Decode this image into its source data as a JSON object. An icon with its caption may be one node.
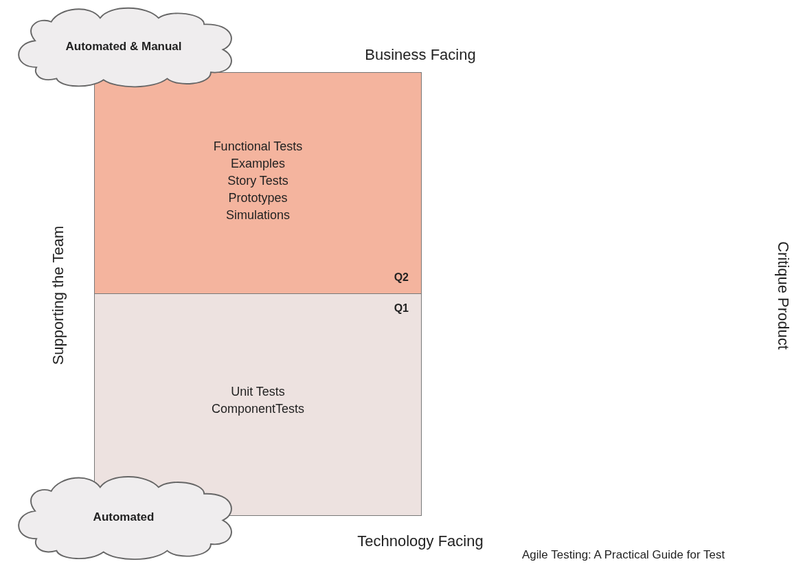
{
  "diagram": {
    "nodes": [
      {
        "text": [
          "Automated & Manual"
        ]
      },
      {
        "text": [
          "Functional Tests",
          "Examples",
          "Story Tests",
          "Prototypes",
          "Simulations",
          "Q2"
        ]
      },
      {
        "text": [
          "Q1",
          "Unit Tests",
          "ComponentTests"
        ]
      },
      {
        "text": [
          "Automated"
        ]
      }
    ],
    "edges": [],
    "labels": [
      "Business Facing",
      "Supporting the Team",
      "Critique Product",
      "Technology Facing",
      "Agile Testing: A Practical Guide for Test"
    ]
  }
}
